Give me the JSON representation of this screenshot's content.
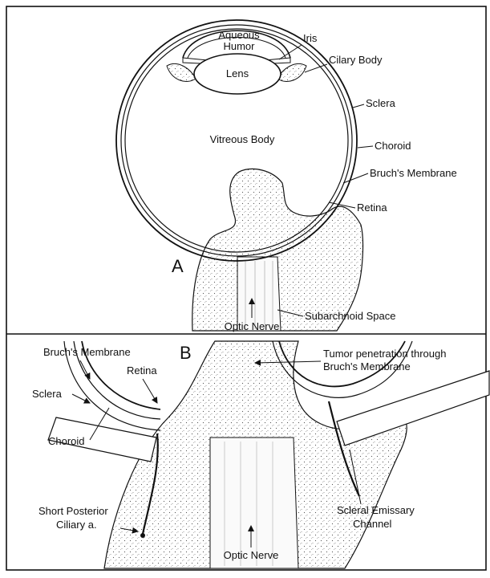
{
  "panel_a": {
    "letter": "A",
    "labels": {
      "aqueous_humor_1": "Aqueous",
      "aqueous_humor_2": "Humor",
      "lens": "Lens",
      "iris": "Iris",
      "ciliary_body": "Cilary Body",
      "sclera": "Sclera",
      "vitreous_body": "Vitreous Body",
      "choroid": "Choroid",
      "bruchs_membrane": "Bruch's Membrane",
      "retina": "Retina",
      "subarachnoid_space": "Subarchnoid Space",
      "optic_nerve": "Optic Nerve"
    }
  },
  "panel_b": {
    "letter": "B",
    "labels": {
      "bruchs_membrane": "Bruch's Membrane",
      "retina": "Retina",
      "sclera": "Sclera",
      "choroid": "Choroid",
      "tumor_1": "Tumor penetration through",
      "tumor_2": "Bruch's Membrane",
      "short_posterior_1": "Short Posterior",
      "short_posterior_2": "Ciliary a.",
      "scleral_emissary_1": "Scleral Emissary",
      "scleral_emissary_2": "Channel",
      "optic_nerve": "Optic Nerve"
    }
  },
  "colors": {
    "ink": "#111111",
    "paper": "#ffffff",
    "tissue": "#f2f2ef"
  }
}
